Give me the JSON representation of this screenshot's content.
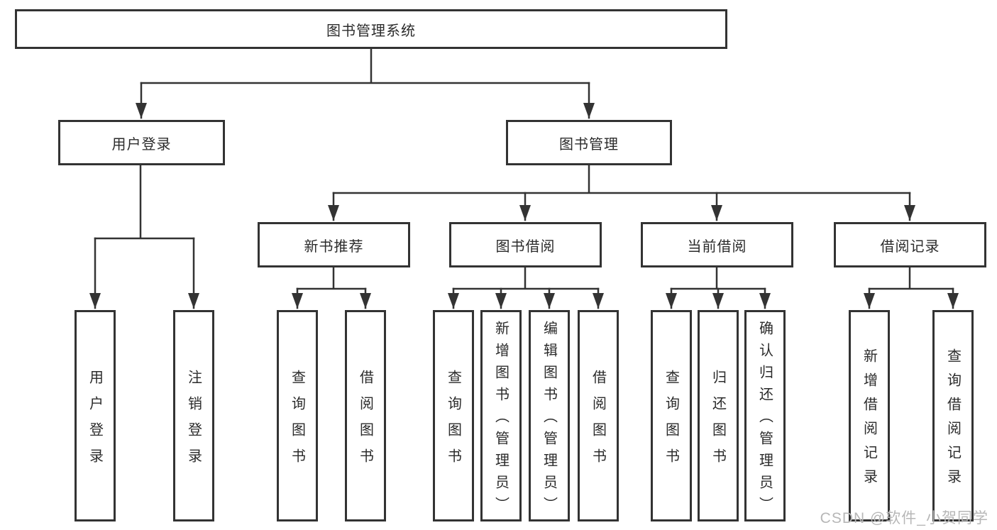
{
  "root": {
    "label": "图书管理系统"
  },
  "branches": [
    {
      "label": "用户登录",
      "leaves": [
        {
          "label": "用户登录"
        },
        {
          "label": "注销登录"
        }
      ]
    },
    {
      "label": "图书管理",
      "groups": [
        {
          "label": "新书推荐",
          "leaves": [
            {
              "label": "查询图书"
            },
            {
              "label": "借阅图书"
            }
          ]
        },
        {
          "label": "图书借阅",
          "leaves": [
            {
              "label": "查询图书"
            },
            {
              "label": "新增图书（管理员）"
            },
            {
              "label": "编辑图书（管理员）"
            },
            {
              "label": "借阅图书"
            }
          ]
        },
        {
          "label": "当前借阅",
          "leaves": [
            {
              "label": "查询图书"
            },
            {
              "label": "归还图书"
            },
            {
              "label": "确认归还（管理员）"
            }
          ]
        },
        {
          "label": "借阅记录",
          "leaves": [
            {
              "label": "新增借阅记录"
            },
            {
              "label": "查询借阅记录"
            }
          ]
        }
      ]
    }
  ],
  "watermark": "CSDN @软件_小贺同学",
  "colors": {
    "line": "#333333",
    "text": "#2b2b2b",
    "watermark": "#b7b7b7",
    "background": "#ffffff"
  }
}
